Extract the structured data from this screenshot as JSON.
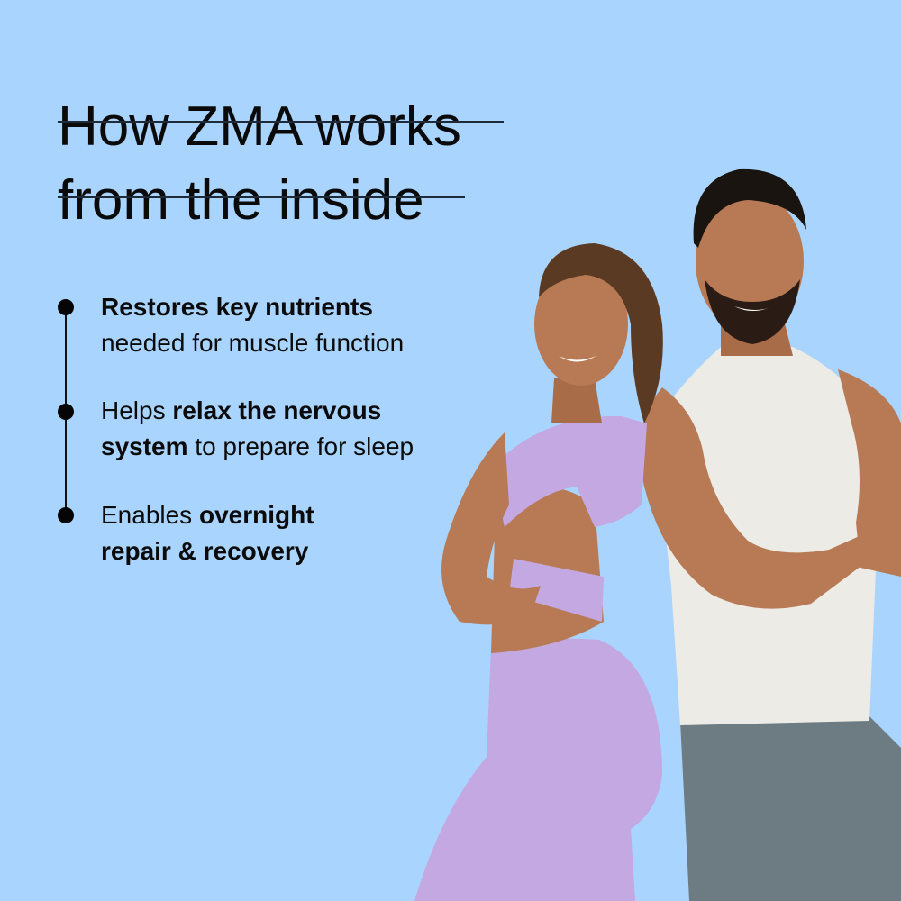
{
  "header": {
    "title_line1": "How ZMA works",
    "title_line2": "from the inside"
  },
  "benefits": [
    {
      "line1_regular": "",
      "line1_bold": "Restores key nutrients",
      "line2_regular": "needed for muscle function",
      "line2_bold": ""
    },
    {
      "line1_regular": "Helps ",
      "line1_bold": "relax the nervous",
      "line2_bold": "system",
      "line2_regular": " to prepare for sleep"
    },
    {
      "line1_regular": "Enables ",
      "line1_bold": "overnight",
      "line2_bold": "repair & recovery",
      "line2_regular": ""
    }
  ],
  "image": {
    "subject": "Woman in lavender sports bra and leggings and man in white tank top and grey joggers standing back to back with arms crossed, smiling"
  },
  "colors": {
    "background": "#a9d4fd",
    "text": "#0a0a0a",
    "lavender": "#c3a8e2",
    "tank": "#ecebe6",
    "joggers": "#6d7c83",
    "skin": "#b87a55"
  }
}
